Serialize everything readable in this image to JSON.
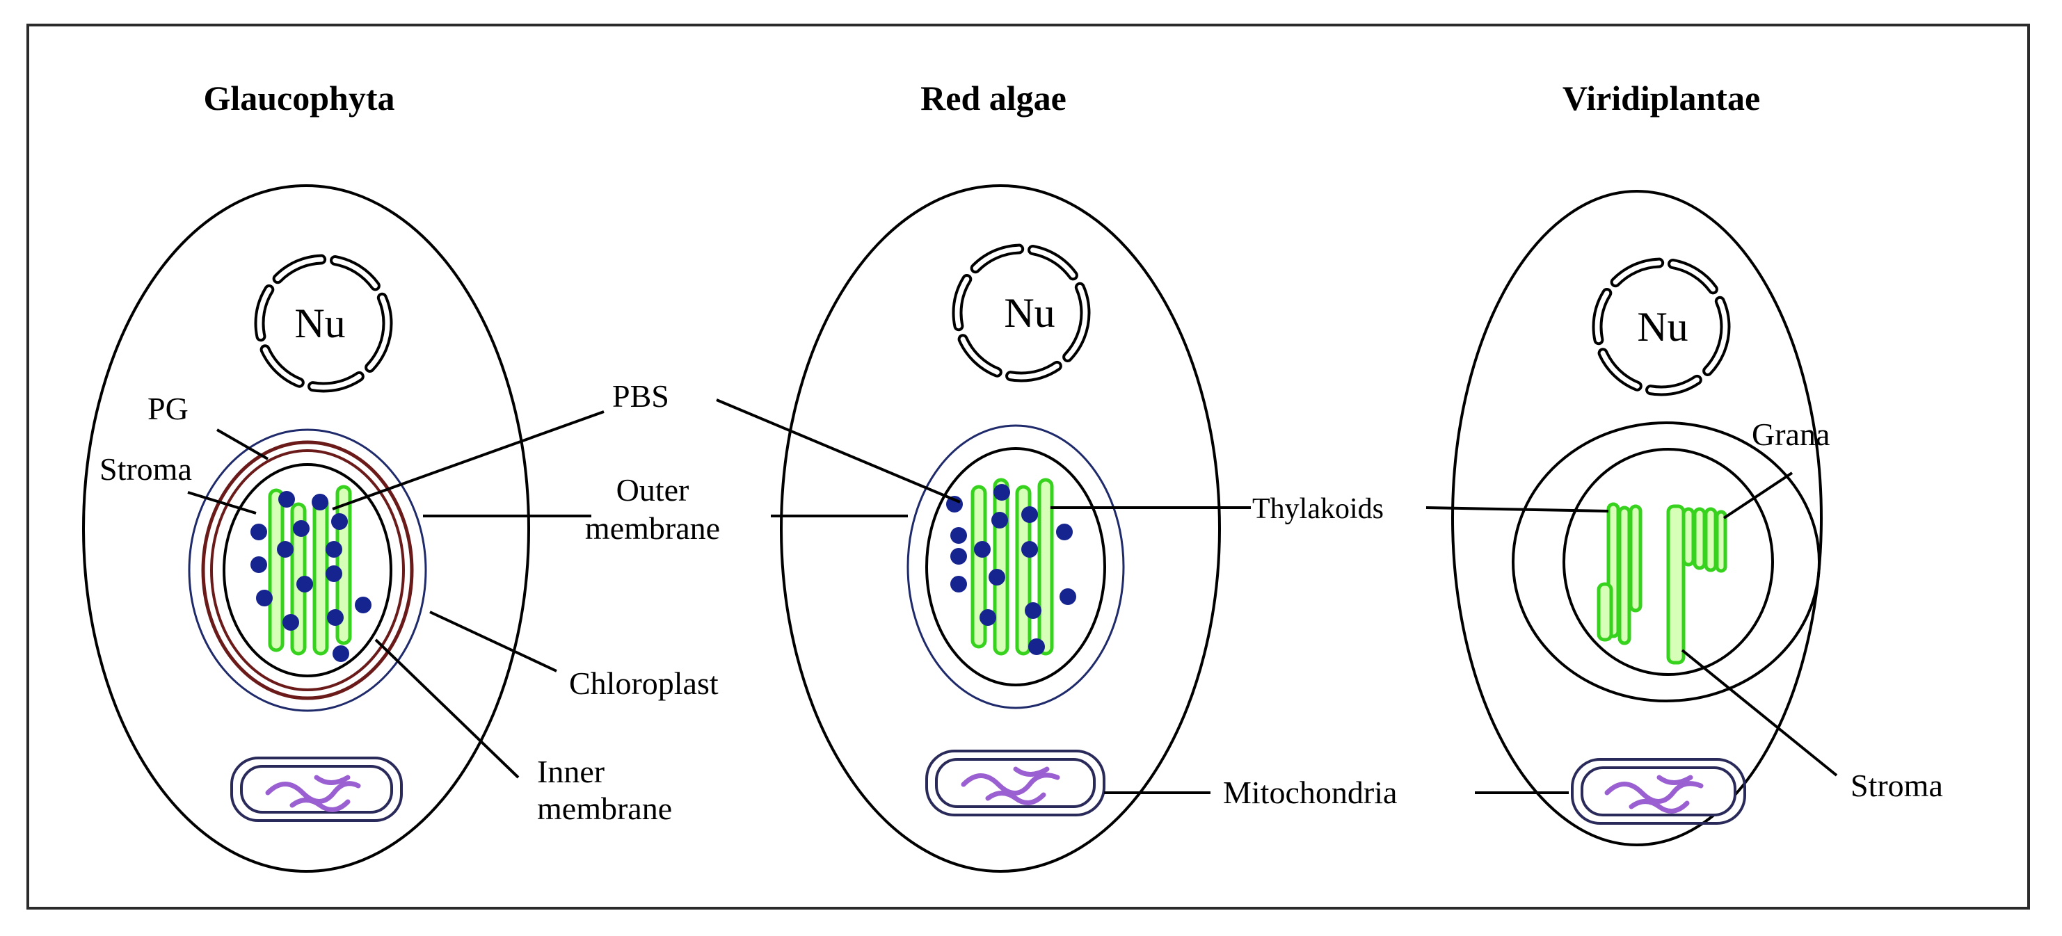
{
  "panels": [
    {
      "title": "Glaucophyta",
      "nucleus": "Nu"
    },
    {
      "title": "Red algae",
      "nucleus": "Nu"
    },
    {
      "title": "Viridiplantae",
      "nucleus": "Nu"
    }
  ],
  "labels": {
    "pg": "PG",
    "stroma_left": "Stroma",
    "pbs": "PBS",
    "outer_membrane_1": "Outer",
    "outer_membrane_2": "membrane",
    "chloroplast": "Chloroplast",
    "inner_membrane_1": "Inner",
    "inner_membrane_2": "membrane",
    "thylakoids": "Thylakoids",
    "grana": "Grana",
    "stroma_right": "Stroma",
    "mitochondria": "Mitochondria"
  },
  "colors": {
    "thylakoid_stroke": "#36d21e",
    "thylakoid_fill": "#d7ffb8",
    "phycobilisome": "#15248f",
    "peptidoglycan": "#6b1a1a",
    "chloroplast_envelope": "#1f2a6b",
    "mitochondria_cristae": "#9a5fd0"
  }
}
